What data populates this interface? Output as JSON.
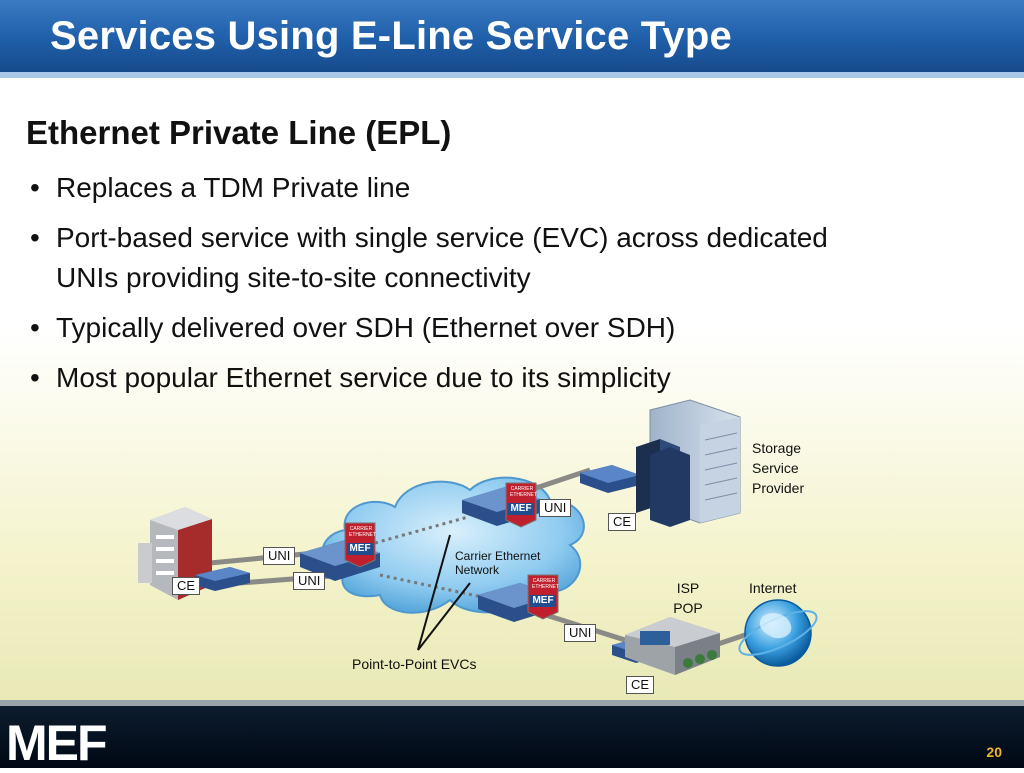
{
  "slide": {
    "title": "Services Using E-Line Service Type",
    "subtitle": "Ethernet Private Line (EPL)",
    "bullets": [
      "Replaces a TDM Private line",
      "Port-based service with single service (EVC) across dedicated UNIs providing site-to-site connectivity",
      "Typically delivered over SDH (Ethernet over SDH)",
      "Most popular Ethernet service due to its simplicity"
    ],
    "bullet_char": "•",
    "page_number": "20",
    "logo_text": "MEF"
  },
  "diagram": {
    "cloud_label": "Carrier Ethernet Network",
    "evc_label": "Point-to-Point EVCs",
    "storage_label": "Storage Service Provider",
    "isp_label": "ISP POP",
    "internet_label": "Internet",
    "uni_label": "UNI",
    "ce_label": "CE",
    "badge_text": "MEF",
    "badge_caption": "CARRIER ETHERNET"
  },
  "colors": {
    "header_blue": "#1f5ea8",
    "cloud_blue": "#7fc3ef",
    "badge_red": "#c0202e",
    "page_number": "#f0b429"
  },
  "icons": [
    "office-building-icon",
    "data-center-icon",
    "isp-building-icon",
    "globe-icon",
    "switch-icon",
    "mef-badge-icon"
  ]
}
